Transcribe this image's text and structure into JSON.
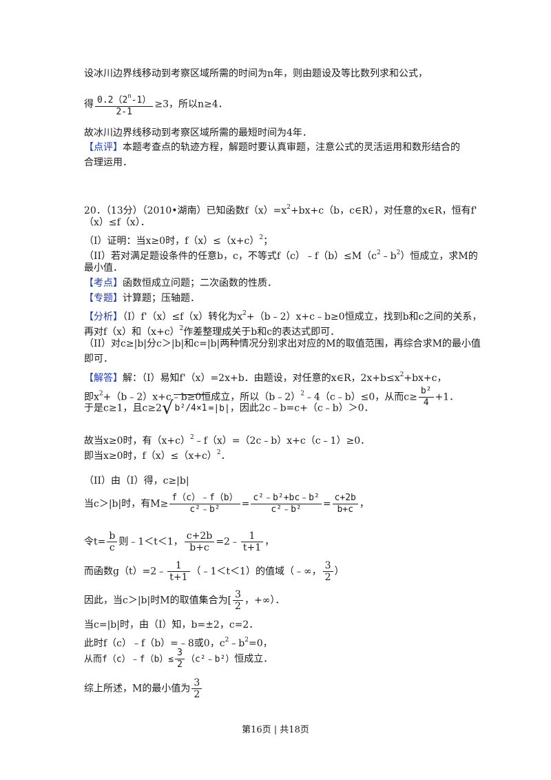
{
  "prev": {
    "l1": "设冰川边界线移动到考察区域所需的时间为n年，则由题设及等比数列求和公式，",
    "l2_pre": "得",
    "l2_num": "0.2（2",
    "l2_num_sup": "n",
    "l2_num_tail": "-1）",
    "l2_den": "2-1",
    "l2_post": "≥3，所以n≥4．",
    "l3": "故冰川边界线移动到考察区域所需的最短时间为4年．",
    "comment_tag": "【点评】",
    "comment1": "本题考查点的轨迹方程，解题时要认真审题，注意公式的灵活运用和数形结合的",
    "comment2": "合理运用．"
  },
  "q20": {
    "head1": "20．（13分）（2010•湖南）已知函数f（x）=x",
    "head1_sup": "2",
    "head1_tail": "+bx+c（b，c∈R），对任意的x∈R，恒有f'",
    "head2": "（x）≤f（x）．",
    "p1": "（I）证明：当x≥0时，f（x）≤（x+c）",
    "p1_sup": "2",
    "p1_tail": "；",
    "p2a": "（II）若对满足题设条件的任意b，c，不等式f（c）﹣f（b）≤M（c",
    "p2a_s1": "2",
    "p2a_mid": "﹣b",
    "p2a_s2": "2",
    "p2a_tail": "）恒成立，求M的",
    "p2b": "最小值．",
    "kd_tag": "【考点】",
    "kd": "函数恒成立问题；二次函数的性质．",
    "zt_tag": "【专题】",
    "zt": "计算题；压轴题．",
    "fx_tag": "【分析】",
    "fx1": "（I）f'（x）≤f（x）转化为x",
    "fx1_sup": "2",
    "fx1_tail": "+（b﹣2）x+c﹣b≥0恒成立，找到b和c之间的关系，",
    "fx2": "再对f（x）和（x+c）",
    "fx2_sup": "2",
    "fx2_tail": "作差整理成关于b和c的表达式即可．",
    "fx3": "（II）对c≥|b|分c＞|b|和c=|b|两种情况分别求出对应的M的取值范围，再综合求M的最小值",
    "fx4": "即可．",
    "jd_tag": "【解答】",
    "jd1": "解：（I）易知f'（x）=2x+b．由题设，对任意的x∈R，2x+b≤x",
    "jd1_sup": "2",
    "jd1_tail": "+bx+c，",
    "s1_pre": "即x",
    "s1_sup": "2",
    "s1_mid": "+（b﹣2）x+c﹣b≥0恒成立，所以（b﹣2）",
    "s1_sup2": "2",
    "s1_mid2": "﹣4（c﹣b）≤0，从而c≥",
    "s1_num": "b²",
    "s1_den": "4",
    "s1_tail": "+1．",
    "s2_pre": "于是c≥1，且c≥2",
    "s2_rad": "b²/4×1",
    "s2_eq": "=|b|",
    "s2_tail": "，因此2c﹣b=c+（c﹣b）＞0．",
    "s3": "故当x≥0时，有（x+c）",
    "s3_sup": "2",
    "s3_tail": "﹣f（x）=（2c﹣b）x+c（c﹣1）≥0．",
    "s4": "即当x≥0时，f（x）≤（x+c）",
    "s4_sup": "2",
    "s4_tail": "．",
    "s5": "（II）由（I）得，c≥|b|",
    "s6_pre": "当c＞|b|时，有M≥",
    "s6_n1": "f（c）﹣f（b）",
    "s6_d1": "c²﹣b²",
    "s6_n2": "c²﹣b²+bc﹣b²",
    "s6_d2": "c²﹣b²",
    "s6_n3": "c+2b",
    "s6_d3": "b+c",
    "s6_tail": "，",
    "s7_pre": "令t=",
    "s7_n": "b",
    "s7_d": "c",
    "s7_mid": "则﹣1＜t＜1，",
    "s7_n2": "c+2b",
    "s7_d2": "b+c",
    "s7_mid2": "=2﹣",
    "s7_n3": "1",
    "s7_d3": "t+1",
    "s7_tail": "，",
    "s8_pre": "而函数g（t）=2﹣",
    "s8_n": "1",
    "s8_d": "t+1",
    "s8_mid": "（﹣1＜t＜1）的值域（﹣∞，",
    "s8_n2": "3",
    "s8_d2": "2",
    "s8_tail": "）",
    "s9_pre": "因此，当c＞|b|时M的取值集合为[",
    "s9_n": "3",
    "s9_d": "2",
    "s9_tail": "，+∞）．",
    "s10": "当c=|b|时，由（I）知，b=±2，c=2．",
    "s11": "此时f（c）﹣f（b）=﹣8或0，c",
    "s11_sup": "2",
    "s11_mid": "﹣b",
    "s11_sup2": "2",
    "s11_tail": "=0，",
    "s12_pre": "从而f（c）﹣f（b）≤",
    "s12_n": "3",
    "s12_d": "2",
    "s12_mid": "（c²﹣b²）",
    "s12_tail": "恒成立．",
    "s13_pre": "综上所述，M的最小值为",
    "s13_n": "3",
    "s13_d": "2"
  },
  "footer": "第16页 | 共18页"
}
